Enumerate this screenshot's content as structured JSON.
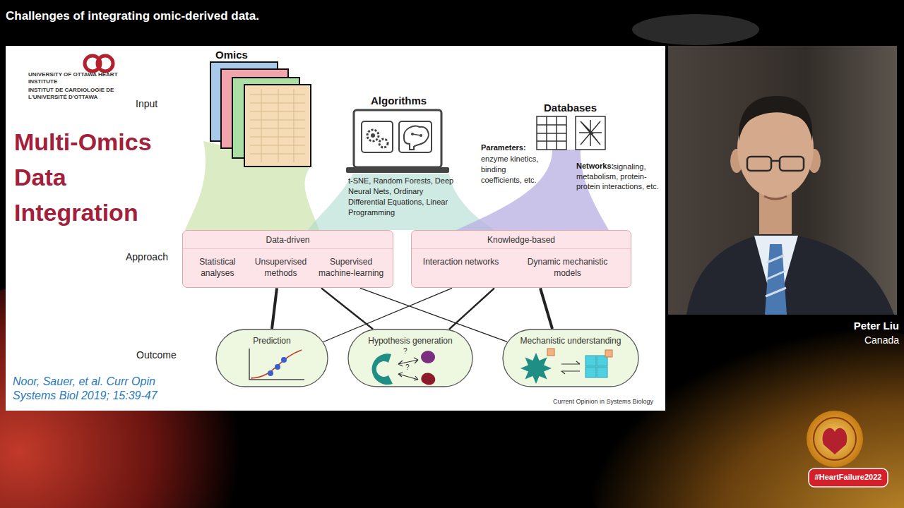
{
  "diagram": {
    "title": "Challenges of integrating omic-derived data.",
    "nodes": [
      {
        "text": [
          "Data-driven",
          "Statistical analyses",
          "Unsupervised methods",
          "Supervised machine-learning"
        ]
      },
      {
        "text": [
          "Knowledge-based",
          "Interaction networks",
          "Dynamic mechanistic models"
        ]
      },
      {
        "text": [
          "Prediction"
        ]
      },
      {
        "text": [
          "Hypothesis generation"
        ]
      },
      {
        "text": [
          "Mechanistic understanding"
        ]
      }
    ],
    "edges": [
      {
        "from": 0,
        "to": 2,
        "arrow": "none"
      },
      {
        "from": 0,
        "to": 3,
        "arrow": "none"
      },
      {
        "from": 0,
        "to": 4,
        "arrow": "none"
      },
      {
        "from": 1,
        "to": 2,
        "arrow": "none"
      },
      {
        "from": 1,
        "to": 3,
        "arrow": "none"
      },
      {
        "from": 1,
        "to": 4,
        "arrow": "none"
      }
    ],
    "labels": [
      "UNIVERSITY OF OTTAWA HEART INSTITUTE",
      "INSTITUT DE CARDIOLOGIE DE L'UNIVERSITÉ D'OTTAWA",
      "Multi-Omics Data Integration",
      "Input",
      "Approach",
      "Outcome",
      "Omics",
      "Algorithms",
      "t-SNE, Random Forests, Deep Neural Nets, Ordinary Differential Equations, Linear Programming",
      "Databases",
      "Parameters:",
      "enzyme kinetics, binding coefficients, etc.",
      "Networks:",
      "signaling, metabolism, protein-protein interactions, etc.",
      "?",
      "?",
      "Noor, Sauer, et al. Curr Opin Systems Biol 2019; 15:39-47",
      "Current Opinion in Systems Biology",
      "Peter Liu",
      "Canada",
      "#HeartFailure2022"
    ]
  }
}
